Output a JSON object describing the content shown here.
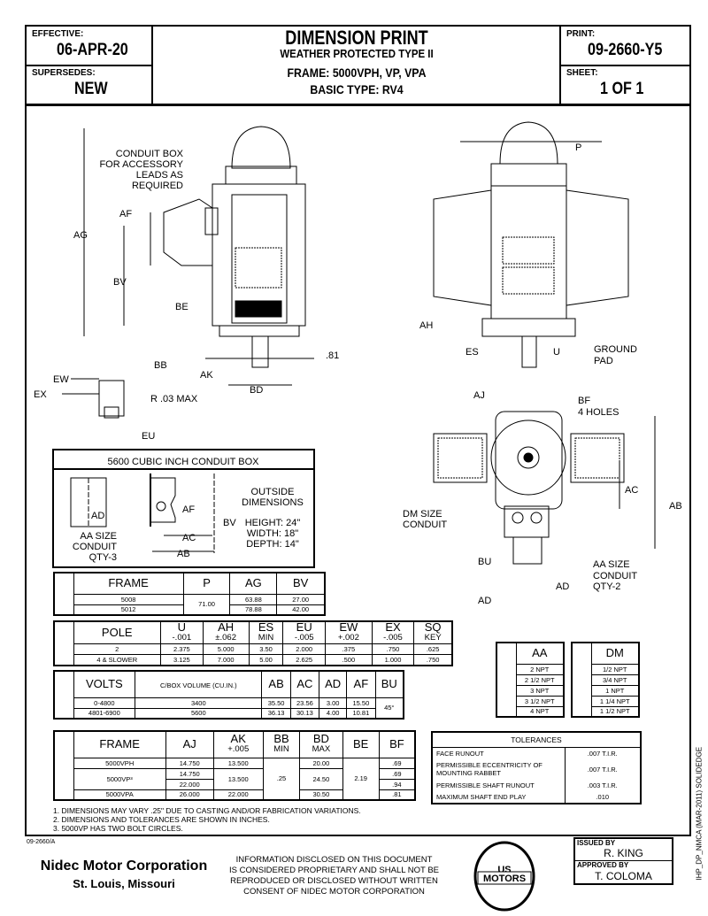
{
  "header": {
    "effective_label": "EFFECTIVE:",
    "effective": "06-APR-20",
    "supersedes_label": "SUPERSEDES:",
    "supersedes": "NEW",
    "title": "DIMENSION PRINT",
    "subtitle": "WEATHER PROTECTED TYPE II",
    "frame": "FRAME:  5000VPH, VP, VPA",
    "basic_type": "BASIC TYPE:  RV4",
    "print_label": "PRINT:",
    "print": "09-2660-Y5",
    "sheet_label": "SHEET:",
    "sheet": "1 OF 1"
  },
  "drawing": {
    "conduit_box_note": [
      "CONDUIT BOX",
      "FOR ACCESSORY",
      "LEADS AS",
      "REQUIRED"
    ],
    "AF": "AF",
    "AG": "AG",
    "BV": "BV",
    "BE": "BE",
    "BB": "BB",
    "AK": "AK",
    "BD": "BD",
    "dim_81": ".81",
    "EW": "EW",
    "EX": "EX",
    "R03": "R .03 MAX",
    "EU": "EU",
    "P": "P",
    "AH": "AH",
    "ES": "ES",
    "U": "U",
    "ground_pad": [
      "GROUND",
      "PAD"
    ],
    "AJ": "AJ",
    "BF": [
      "BF",
      "4 HOLES"
    ],
    "AC": "AC",
    "AB": "AB",
    "DM": [
      "DM SIZE",
      "CONDUIT"
    ],
    "BU": "BU",
    "AA2": [
      "AA SIZE",
      "CONDUIT",
      "QTY-2"
    ],
    "AD": "AD"
  },
  "conduit_box": {
    "title": "5600 CUBIC INCH CONDUIT BOX",
    "AD": "AD",
    "AF": "AF",
    "BV": "BV",
    "AC": "AC",
    "AB": "AB",
    "AA3": [
      "AA SIZE",
      "CONDUIT",
      "QTY-3"
    ],
    "outside": [
      "OUTSIDE",
      "DIMENSIONS"
    ],
    "dims": [
      "HEIGHT: 24\"",
      "WIDTH: 18\"",
      "DEPTH: 14\""
    ]
  },
  "tables": {
    "frame": {
      "header": [
        [
          "FRAME"
        ],
        [
          "P"
        ],
        [
          "AG"
        ],
        [
          "BV"
        ]
      ],
      "rows": [
        [
          {
            "t": "5008"
          },
          {
            "t": "71.00",
            "rs": 2
          },
          {
            "t": "63.88"
          },
          {
            "t": "27.00"
          }
        ],
        [
          {
            "t": "5012"
          },
          {
            "t": "78.88"
          },
          {
            "t": "42.00"
          }
        ]
      ]
    },
    "pole": {
      "header": [
        [
          "POLE"
        ],
        [
          "U",
          "-.001"
        ],
        [
          "AH",
          "±.062"
        ],
        [
          "ES",
          "MIN"
        ],
        [
          "EU",
          "-.005"
        ],
        [
          "EW",
          "+.002"
        ],
        [
          "EX",
          "-.005"
        ],
        [
          "SQ",
          "KEY"
        ]
      ],
      "rows": [
        [
          {
            "t": "2"
          },
          {
            "t": "2.375"
          },
          {
            "t": "5.000"
          },
          {
            "t": "3.50"
          },
          {
            "t": "2.000"
          },
          {
            "t": ".375"
          },
          {
            "t": ".750"
          },
          {
            "t": ".625"
          }
        ],
        [
          {
            "t": "4 & SLOWER"
          },
          {
            "t": "3.125"
          },
          {
            "t": "7.000"
          },
          {
            "t": "5.00"
          },
          {
            "t": "2.625"
          },
          {
            "t": ".500"
          },
          {
            "t": "1.000"
          },
          {
            "t": ".750"
          }
        ]
      ]
    },
    "volts": {
      "header": [
        [
          "VOLTS"
        ],
        [
          "C/BOX VOLUME (CU.IN.)"
        ],
        [
          "AB"
        ],
        [
          "AC"
        ],
        [
          "AD"
        ],
        [
          "AF"
        ],
        [
          "BU"
        ]
      ],
      "rows": [
        [
          {
            "t": "0-4800"
          },
          {
            "t": "3400"
          },
          {
            "t": "35.50"
          },
          {
            "t": "23.56"
          },
          {
            "t": "3.00"
          },
          {
            "t": "15.50"
          },
          {
            "t": "45°",
            "rs": 2
          }
        ],
        [
          {
            "t": "4801-6900"
          },
          {
            "t": "5600"
          },
          {
            "t": "36.13"
          },
          {
            "t": "30.13"
          },
          {
            "t": "4.00"
          },
          {
            "t": "10.81"
          }
        ]
      ]
    },
    "frame2": {
      "header": [
        [
          "FRAME"
        ],
        [
          "AJ"
        ],
        [
          "AK",
          "+.005"
        ],
        [
          "BB",
          "MIN"
        ],
        [
          "BD",
          "MAX"
        ],
        [
          "BE"
        ],
        [
          "BF"
        ]
      ],
      "rows": [
        [
          {
            "t": "5000VPH"
          },
          {
            "t": "14.750"
          },
          {
            "t": "13.500"
          },
          {
            "t": ".25",
            "rs": 4
          },
          {
            "t": "20.00"
          },
          {
            "t": "2.19",
            "rs": 4
          },
          {
            "t": ".69"
          }
        ],
        [
          {
            "t": "5000VP³",
            "rs": 2
          },
          {
            "t": "14.750"
          },
          {
            "t": "13.500",
            "rs": 2
          },
          {
            "t": "24.50",
            "rs": 2
          },
          {
            "t": ".69"
          }
        ],
        [
          {
            "t": "22.000"
          },
          {
            "t": ".94"
          }
        ],
        [
          {
            "t": "5000VPA"
          },
          {
            "t": "26.000"
          },
          {
            "t": "22.000"
          },
          {
            "t": "30.50"
          },
          {
            "t": ".81"
          }
        ]
      ]
    },
    "aa": {
      "header": [
        [
          "AA"
        ]
      ],
      "rows": [
        [
          {
            "t": "2 NPT"
          }
        ],
        [
          {
            "t": "2 1/2 NPT"
          }
        ],
        [
          {
            "t": "3 NPT"
          }
        ],
        [
          {
            "t": "3 1/2 NPT"
          }
        ],
        [
          {
            "t": "4 NPT"
          }
        ]
      ]
    },
    "dm": {
      "header": [
        [
          "DM"
        ]
      ],
      "rows": [
        [
          {
            "t": "1/2 NPT"
          }
        ],
        [
          {
            "t": "3/4 NPT"
          }
        ],
        [
          {
            "t": "1 NPT"
          }
        ],
        [
          {
            "t": "1 1/4 NPT"
          }
        ],
        [
          {
            "t": "1 1/2 NPT"
          }
        ]
      ]
    }
  },
  "tolerances": {
    "title": "TOLERANCES",
    "rows": [
      {
        "name": "FACE RUNOUT",
        "value": ".007 T.I.R."
      },
      {
        "name": "PERMISSIBLE ECCENTRICITY OF MOUNTING RABBET",
        "value": ".007 T.I.R."
      },
      {
        "name": "PERMISSIBLE SHAFT RUNOUT",
        "value": ".003 T.I.R."
      },
      {
        "name": "MAXIMUM SHAFT END PLAY",
        "value": ".010"
      }
    ]
  },
  "notes": [
    "1. DIMENSIONS MAY VARY .25\" DUE TO CASTING AND/OR FABRICATION VARIATIONS.",
    "2. DIMENSIONS AND TOLERANCES ARE SHOWN IN INCHES.",
    "3. 5000VP HAS TWO BOLT CIRCLES."
  ],
  "footer": {
    "doc_code": "09-2660/A",
    "company": "Nidec Motor Corporation",
    "location": "St. Louis, Missouri",
    "disclaimer": [
      "INFORMATION DISCLOSED ON THIS DOCUMENT",
      "IS CONSIDERED PROPRIETARY AND SHALL NOT BE",
      "REPRODUCED OR DISCLOSED WITHOUT WRITTEN",
      "CONSENT OF NIDEC MOTOR CORPORATION"
    ],
    "logo_text": "US MOTORS",
    "issued_label": "ISSUED BY",
    "issued": "R. KING",
    "approved_label": "APPROVED BY",
    "approved": "T. COLOMA",
    "side_text": "IHP_DP_NMCA (MAR-2011) SOLIDEDGE"
  }
}
